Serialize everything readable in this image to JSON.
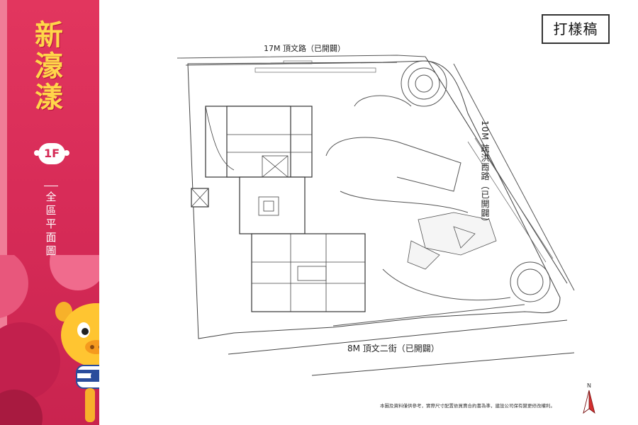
{
  "brand": {
    "title": "新濠漾",
    "title_chars": [
      "新",
      "濠",
      "漾"
    ]
  },
  "floor": {
    "badge": "1F",
    "subtitle": "全區平面圖",
    "subtitle_chars": [
      "全",
      "區",
      "平",
      "面",
      "圖"
    ]
  },
  "stamp": {
    "label": "打樣稿"
  },
  "roads": {
    "top": "17M 頂文路（已開闢）",
    "right": "10M 疏洪西路（已開闢）",
    "bottom": "8M 頂文二街（已開闢）"
  },
  "compass": {
    "label": "N"
  },
  "disclaimer": "本圖及資料僅供參考，實際尺寸配置依買賣合約書為準，建設公司保有變更修改權利。",
  "colors": {
    "sidebar": "#d82c58",
    "accent_gold": "#ffd64a",
    "line": "#444444"
  }
}
